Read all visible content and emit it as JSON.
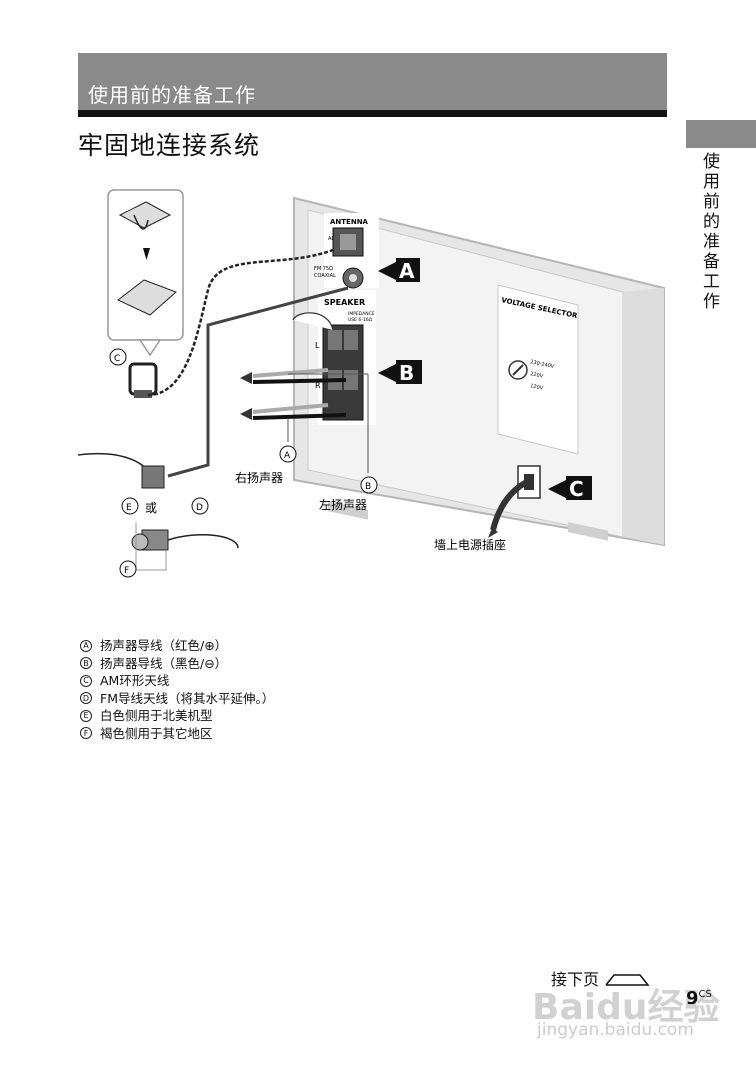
{
  "header": {
    "title": "使用前的准备工作"
  },
  "side_tab": {
    "label": "使用前的准备工作"
  },
  "page_heading": "牢固地连接系统",
  "diagram": {
    "panel_labels": {
      "antenna": "ANTENNA",
      "am": "AM",
      "fm": "FM 75Ω",
      "coaxial": "COAXIAL",
      "speaker": "SPEAKER",
      "impedance": "IMPEDANCE",
      "impedance_value": "USE 6-16Ω",
      "left": "L",
      "right": "R",
      "voltage_selector": "VOLTAGE SELECTOR",
      "v1": "230-240V",
      "v2": "220V",
      "v3": "120V"
    },
    "callouts": {
      "a": "A",
      "b": "B",
      "c": "C"
    },
    "markers": {
      "a": "A",
      "b": "B",
      "c": "C",
      "d": "D",
      "e": "E",
      "f": "F"
    },
    "right_speaker": "右扬声器",
    "left_speaker": "左扬声器",
    "or_text": "或",
    "wall_outlet": "墙上电源插座"
  },
  "legend": [
    {
      "marker": "A",
      "text": "扬声器导线（红色/⊕）"
    },
    {
      "marker": "B",
      "text": "扬声器导线（黑色/⊖）"
    },
    {
      "marker": "C",
      "text": "AM环形天线"
    },
    {
      "marker": "D",
      "text": "FM导线天线（将其水平延伸。）"
    },
    {
      "marker": "E",
      "text": "白色侧用于北美机型"
    },
    {
      "marker": "F",
      "text": "褐色侧用于其它地区"
    }
  ],
  "footer": {
    "continue": "接下页",
    "page_number": "9",
    "page_sub": "CS"
  },
  "watermark": {
    "logo": "Baidu经验",
    "url": "jingyan.baidu.com"
  }
}
